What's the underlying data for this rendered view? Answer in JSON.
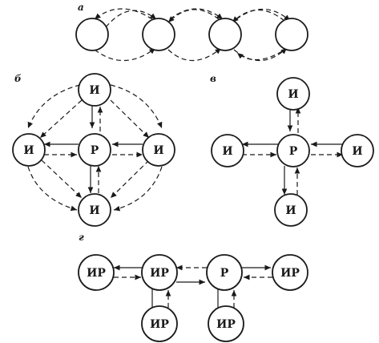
{
  "panels": {
    "a": {
      "label": "а"
    },
    "b": {
      "label": "б",
      "top": "И",
      "left": "И",
      "center": "Р",
      "right": "И",
      "bottom": "И"
    },
    "v": {
      "label": "в",
      "top": "И",
      "left": "И",
      "center": "Р",
      "right": "И",
      "bottom": "И"
    },
    "g": {
      "label": "г",
      "n1": "ИР",
      "n2": "ИР",
      "n3": "Р",
      "n4": "ИР",
      "n5": "ИР",
      "n6": "ИР"
    }
  },
  "colors": {
    "ink": "#1a1a1a",
    "background": "#ffffff"
  }
}
